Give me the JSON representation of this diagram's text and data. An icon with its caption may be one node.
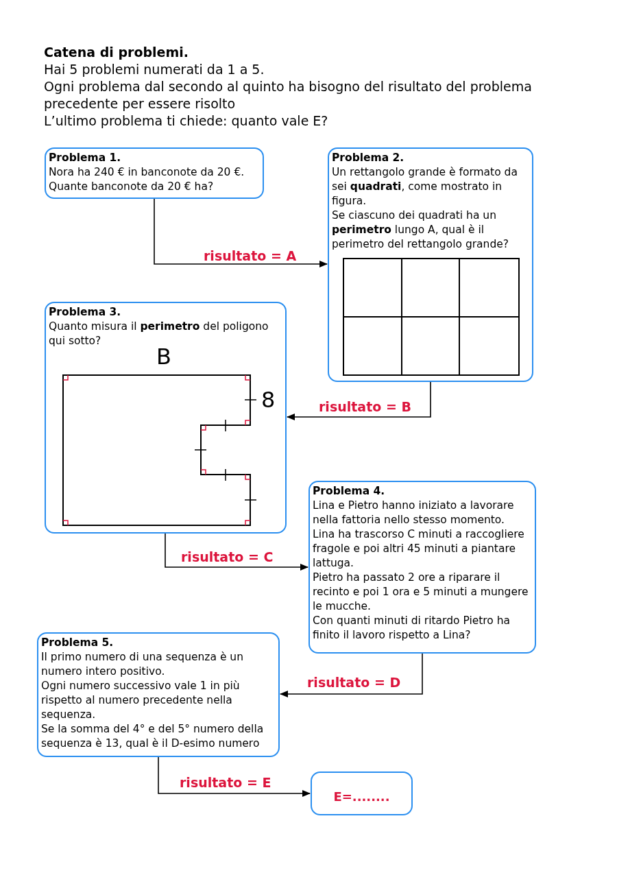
{
  "diagram": {
    "title": "Catena di problemi.",
    "nodes": [
      {
        "text": [
          "Problema 1.",
          "Nora ha 240 € in banconote da 20 €.",
          "Quante banconote da 20 € ha?"
        ]
      },
      {
        "text": [
          "Problema 2.",
          "Un rettangolo grande è formato da sei **quadrati**, come mostrato in figura.",
          "Se ciascuno dei quadrati ha un **perimetro** lungo A, qual è il perimetro del rettangolo grande?"
        ]
      },
      {
        "text": [
          "Problema 3.",
          "Quanto misura il **perimetro** del poligono qui sotto?"
        ]
      },
      {
        "text": [
          "Problema 4.",
          "Lina e Pietro hanno iniziato a lavorare nella fattoria nello stesso momento.",
          "Lina ha trascorso C minuti a raccogliere fragole e poi altri 45 minuti a piantare lattuga.",
          "Pietro ha passato 2 ore a riparare il recinto e poi 1 ora e 5 minuti a mungere le mucche.",
          "Con quanti minuti di ritardo Pietro ha finito il lavoro rispetto a Lina?"
        ]
      },
      {
        "text": [
          "Problema 5.",
          "Il primo numero di una sequenza è un numero intero positivo.",
          "Ogni numero successivo vale 1 in più rispetto al numero precedente nella sequenza.",
          "Se la somma del 4° e del 5° numero della sequenza è 13, qual è il D-esimo numero"
        ]
      },
      {
        "text": [
          "E=........"
        ]
      }
    ],
    "edges": [
      {
        "from": 0,
        "to": 1,
        "arrow": "to",
        "label": "risultato = A"
      },
      {
        "from": 1,
        "to": 2,
        "arrow": "to",
        "label": "risultato = B"
      },
      {
        "from": 2,
        "to": 3,
        "arrow": "to",
        "label": "risultato = C"
      },
      {
        "from": 3,
        "to": 4,
        "arrow": "to",
        "label": "risultato = D"
      },
      {
        "from": 4,
        "to": 5,
        "arrow": "to",
        "label": "risultato = E"
      }
    ],
    "labels": [
      "Hai 5 problemi numerati da 1 a 5.",
      "Ogni problema dal secondo al quinto ha bisogno del risultato del problema precedente per essere risolto",
      "L’ultimo problema ti chiede: quanto vale E?",
      "B",
      "8"
    ]
  }
}
